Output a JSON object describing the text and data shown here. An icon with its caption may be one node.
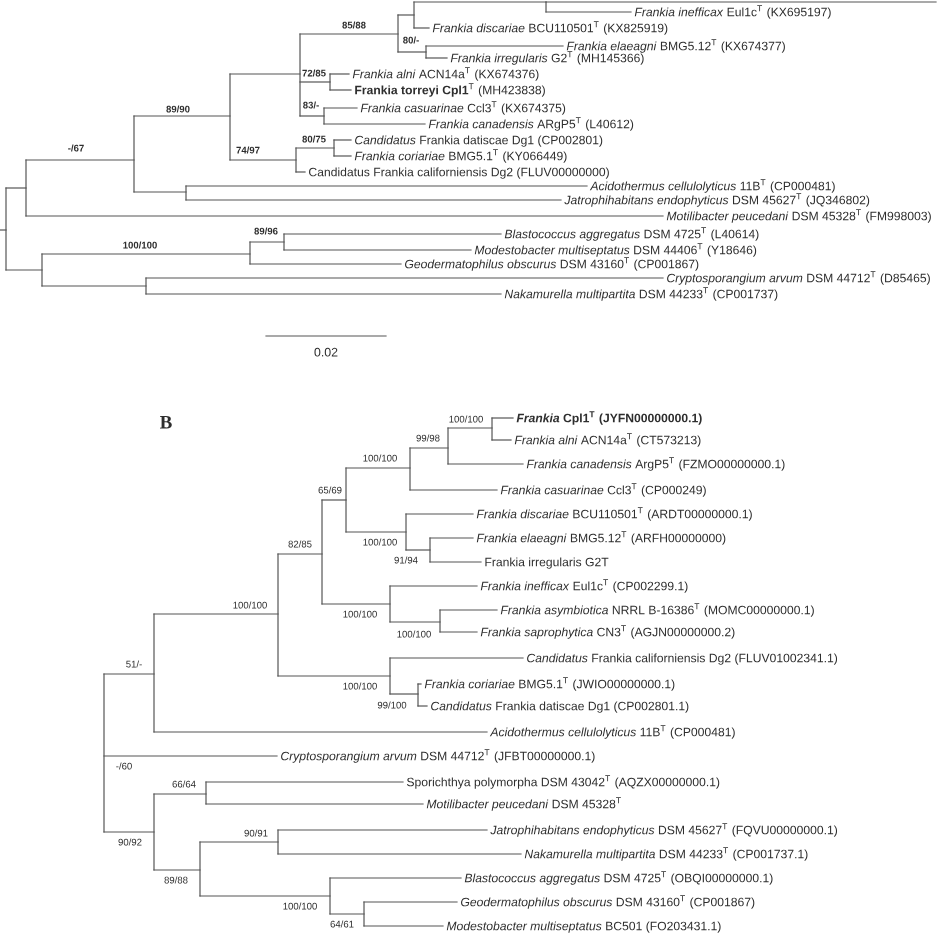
{
  "diagram": {
    "labels": [
      "*Frankia inefficax* Eul1c$^{T}$ (KX695197)",
      "*Frankia discariae* BCU110501$^{T}$ (KX825919)",
      "*Frankia elaeagni* BMG5.12$^{T}$ (KX674377)",
      "*Frankia irregularis* G2$^{T}$ (MH145366)",
      "*Frankia alni* ACN14a$^{T}$ (KX674376)",
      "**Frankia torreyi Cpl1**$^{T}$ (MH423838)",
      "*Frankia casuarinae* Ccl3$^{T}$ (KX674375)",
      "*Frankia canadensis* ARgP5$^{T}$ (L40612)",
      "*Candidatus* Frankia datiscae Dg1 (CP002801)",
      "*Frankia coriariae* BMG5.1$^{T}$ (KY066449)",
      "Candidatus Frankia californiensis Dg2 (FLUV00000000)",
      "*Acidothermus cellulolyticus* 11B$^{T}$ (CP000481)",
      "*Jatrophihabitans endophyticus* DSM 45627$^{T}$ (JQ346802)",
      "*Motilibacter peucedani* DSM 45328$^{T}$ (FM998003)",
      "*Blastococcus aggregatus* DSM 4725$^{T}$ (L40614)",
      "*Modestobacter multiseptatus* DSM 44406$^{T}$ (Y18646)",
      "*Geodermatophilus obscurus* DSM 43160$^{T}$ (CP001867)",
      "*Cryptosporangium arvum* DSM 44712$^{T}$ (D85465)",
      "*Nakamurella multipartita* DSM 44233$^{T}$ (CP001737)",
      "85/88",
      "80/-",
      "72/85",
      "83/-",
      "89/90",
      "80/75",
      "74/97",
      "-/67",
      "89/96",
      "100/100",
      "0.02",
      "B",
      "*Frankia* Cpl1$^{T}$ (JYFN00000000.1)",
      "*Frankia alni* ACN14a$^{T}$ (CT573213)",
      "*Frankia canadensis* ArgP5$^{T}$ (FZMO00000000.1)",
      "*Frankia casuarinae* Ccl3$^{T}$ (CP000249)",
      "*Frankia discariae* BCU110501$^{T}$ (ARDT00000000.1)",
      "*Frankia elaeagni* BMG5.12$^{T}$ (ARFH00000000)",
      "Frankia irregularis G2T",
      "*Frankia inefficax* Eul1c$^{T}$ (CP002299.1)",
      "*Frankia asymbiotica* NRRL B-16386$^{T}$ (MOMC00000000.1)",
      "*Frankia saprophytica* CN3$^{T}$ (AGJN00000000.2)",
      "*Candidatus* Frankia californiensis Dg2 (FLUV01002341.1)",
      "*Frankia coriariae* BMG5.1$^{T}$ (JWIO00000000.1)",
      "*Candidatus* Frankia datiscae Dg1 (CP002801.1)",
      "*Acidothermus cellulolyticus* 11B$^{T}$ (CP000481)",
      "*Cryptosporangium arvum* DSM 44712$^{T}$ (JFBT00000000.1)",
      "Sporichthya polymorpha DSM 43042$^{T}$ (AQZX00000000.1)",
      "*Motilibacter peucedani* DSM 45328$^{T}$",
      "*Jatrophihabitans endophyticus* DSM 45627$^{T}$ (FQVU00000000.1)",
      "*Nakamurella multipartita* DSM 44233$^{T}$ (CP001737.1)",
      "*Blastococcus aggregatus* DSM 4725$^{T}$ (OBQI00000000.1)",
      "*Geodermatophilus obscurus* DSM 43160$^{T}$ (CP001867)",
      "*Modestobacter multiseptatus* BC501 (FO203431.1)",
      "100/100",
      "99/98",
      "100/100",
      "65/69",
      "100/100",
      "91/94",
      "82/85",
      "100/100",
      "100/100",
      "100/100",
      "100/100",
      "99/100",
      "51/-",
      "-/60",
      "90/92",
      "66/64",
      "89/88",
      "90/91",
      "100/100",
      "64/61"
    ]
  }
}
